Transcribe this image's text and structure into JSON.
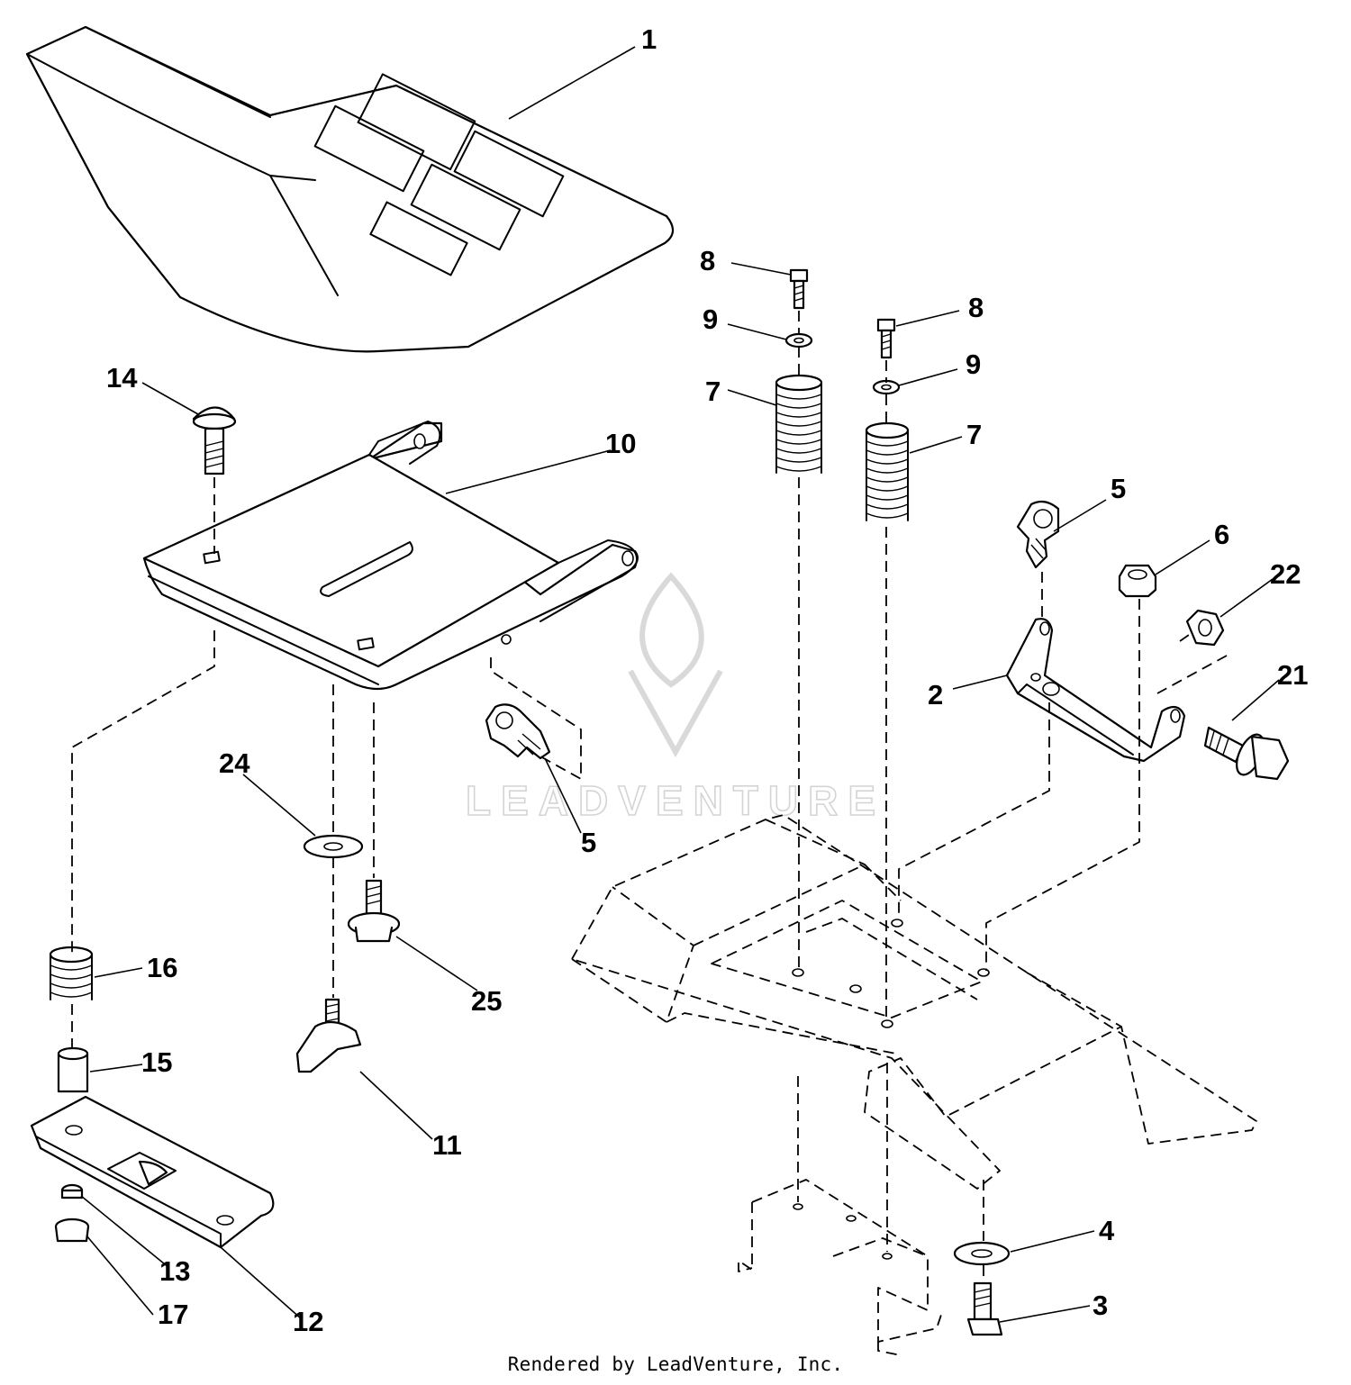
{
  "callouts": [
    {
      "number": "1"
    },
    {
      "number": "8"
    },
    {
      "number": "8"
    },
    {
      "number": "9"
    },
    {
      "number": "9"
    },
    {
      "number": "7"
    },
    {
      "number": "7"
    },
    {
      "number": "14"
    },
    {
      "number": "10"
    },
    {
      "number": "5"
    },
    {
      "number": "6"
    },
    {
      "number": "22"
    },
    {
      "number": "2"
    },
    {
      "number": "21"
    },
    {
      "number": "24"
    },
    {
      "number": "5"
    },
    {
      "number": "16"
    },
    {
      "number": "25"
    },
    {
      "number": "15"
    },
    {
      "number": "11"
    },
    {
      "number": "4"
    },
    {
      "number": "13"
    },
    {
      "number": "3"
    },
    {
      "number": "17"
    },
    {
      "number": "12"
    }
  ],
  "watermark": {
    "brand": "LEADVENTURE"
  },
  "footer": {
    "text": "Rendered by LeadVenture, Inc."
  },
  "colors": {
    "ink": "#000000",
    "paper": "#ffffff",
    "watermark": "#d4d4d4"
  }
}
